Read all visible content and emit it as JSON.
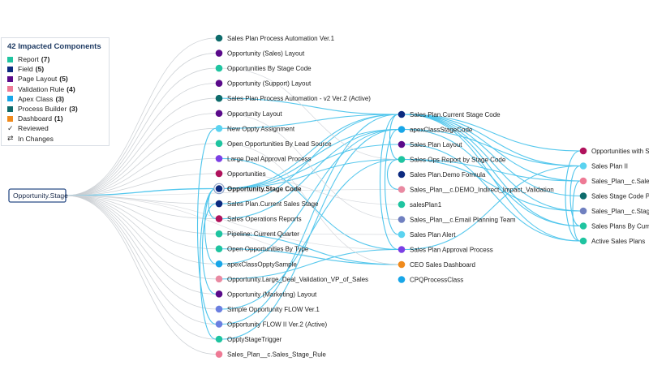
{
  "legend": {
    "title": "42 Impacted Components",
    "types": [
      {
        "key": "report",
        "label": "Report",
        "count": "(7)",
        "color": "#1fc4a0"
      },
      {
        "key": "field",
        "label": "Field",
        "count": "(5)",
        "color": "#0c2a80"
      },
      {
        "key": "layout",
        "label": "Page Layout",
        "count": "(5)",
        "color": "#5a0a8a"
      },
      {
        "key": "validation",
        "label": "Validation Rule",
        "count": "(4)",
        "color": "#ee7a95"
      },
      {
        "key": "apex",
        "label": "Apex Class",
        "count": "(3)",
        "color": "#18a6e8"
      },
      {
        "key": "process",
        "label": "Process Builder",
        "count": "(3)",
        "color": "#0d6b6b"
      },
      {
        "key": "dashboard",
        "label": "Dashboard",
        "count": "(1)",
        "color": "#f08a1c"
      }
    ],
    "extras": [
      {
        "key": "reviewed",
        "glyph": "✓",
        "label": "Reviewed",
        "icon": "check-icon"
      },
      {
        "key": "changes",
        "glyph": "⇄",
        "label": "In Changes",
        "icon": "swap-arrows-icon"
      }
    ]
  },
  "type_colors": {
    "report": "#1fc4a0",
    "field": "#0c2a80",
    "layout": "#5a0a8a",
    "validation": "#ee7a95",
    "apex": "#18a6e8",
    "process": "#0d6b6b",
    "dashboard": "#f08a1c",
    "flow": "#6b7fe0",
    "flow2": "#4c5fd6",
    "maroon": "#b0125c",
    "lightblue": "#5bd3f0",
    "opp": "#7b3fe4",
    "validation2": "#e98aa2",
    "indigo": "#7080c0"
  },
  "root": {
    "label": "Opportunity.Stage"
  },
  "columns": [
    {
      "key": "c1",
      "nodes": [
        {
          "label": "Sales Plan Process Automation Ver.1",
          "type": "process"
        },
        {
          "label": "Opportunity (Sales) Layout",
          "type": "layout"
        },
        {
          "label": "Opportunities By Stage Code",
          "type": "report"
        },
        {
          "label": "Opportunity (Support) Layout",
          "type": "layout"
        },
        {
          "label": "Sales Plan Process Automation - v2 Ver.2 (Active)",
          "type": "process"
        },
        {
          "label": "Opportunity Layout",
          "type": "layout"
        },
        {
          "label": "New Oppty Assignment",
          "type": "lightblue"
        },
        {
          "label": "Open Opportunities By Lead Source",
          "type": "report"
        },
        {
          "label": "Large Deal Approval Process",
          "type": "opp"
        },
        {
          "label": "Opportunities",
          "type": "maroon"
        },
        {
          "label": "Opportunity.Stage Code",
          "type": "field"
        },
        {
          "label": "Sales Plan.Current Sales Stage",
          "type": "field"
        },
        {
          "label": "Sales Operations Reports",
          "type": "maroon"
        },
        {
          "label": "Pipeline: Current Quarter",
          "type": "report"
        },
        {
          "label": "Open Opportunities By Type",
          "type": "report"
        },
        {
          "label": "apexClassOpptySample",
          "type": "apex"
        },
        {
          "label": "Opportunity.Large_Deal_Validation_VP_of_Sales",
          "type": "validation2"
        },
        {
          "label": "Opportunity (Marketing) Layout",
          "type": "layout"
        },
        {
          "label": "Simple Opportunity FLOW Ver.1",
          "type": "flow"
        },
        {
          "label": "Opportunity FLOW II Ver.2 (Active)",
          "type": "flow"
        },
        {
          "label": "OpptyStageTrigger",
          "type": "report"
        },
        {
          "label": "Sales_Plan__c.Sales_Stage_Rule",
          "type": "validation"
        }
      ]
    },
    {
      "key": "c2",
      "nodes": [
        {
          "label": "Sales Plan.Current Stage Code",
          "type": "field"
        },
        {
          "label": "apexClassStageCode",
          "type": "apex"
        },
        {
          "label": "Sales Plan Layout",
          "type": "layout"
        },
        {
          "label": "Sales Ops Report by Stage Code",
          "type": "report"
        },
        {
          "label": "Sales Plan.Demo Formula",
          "type": "field"
        },
        {
          "label": "Sales_Plan__c.DEMO_Indirect_Impact_Validation",
          "type": "validation2"
        },
        {
          "label": "salesPlan1",
          "type": "report"
        },
        {
          "label": "Sales_Plan__c.Email Planning Team",
          "type": "indigo"
        },
        {
          "label": "Sales Plan Alert",
          "type": "lightblue"
        },
        {
          "label": "Sales Plan Approval Process",
          "type": "opp"
        },
        {
          "label": "CEO Sales Dashboard",
          "type": "dashboard"
        },
        {
          "label": "CPQProcessClass",
          "type": "apex"
        }
      ]
    },
    {
      "key": "c3",
      "nodes": [
        {
          "label": "Opportunities with Sa",
          "type": "maroon"
        },
        {
          "label": "Sales Plan II",
          "type": "lightblue"
        },
        {
          "label": "Sales_Plan__c.Sales_C",
          "type": "validation"
        },
        {
          "label": "Sales Stage Code Pro",
          "type": "process"
        },
        {
          "label": "Sales_Plan__c.Stage C",
          "type": "indigo"
        },
        {
          "label": "Sales Plans By Curren",
          "type": "report"
        },
        {
          "label": "Active Sales Plans",
          "type": "report"
        }
      ]
    }
  ]
}
